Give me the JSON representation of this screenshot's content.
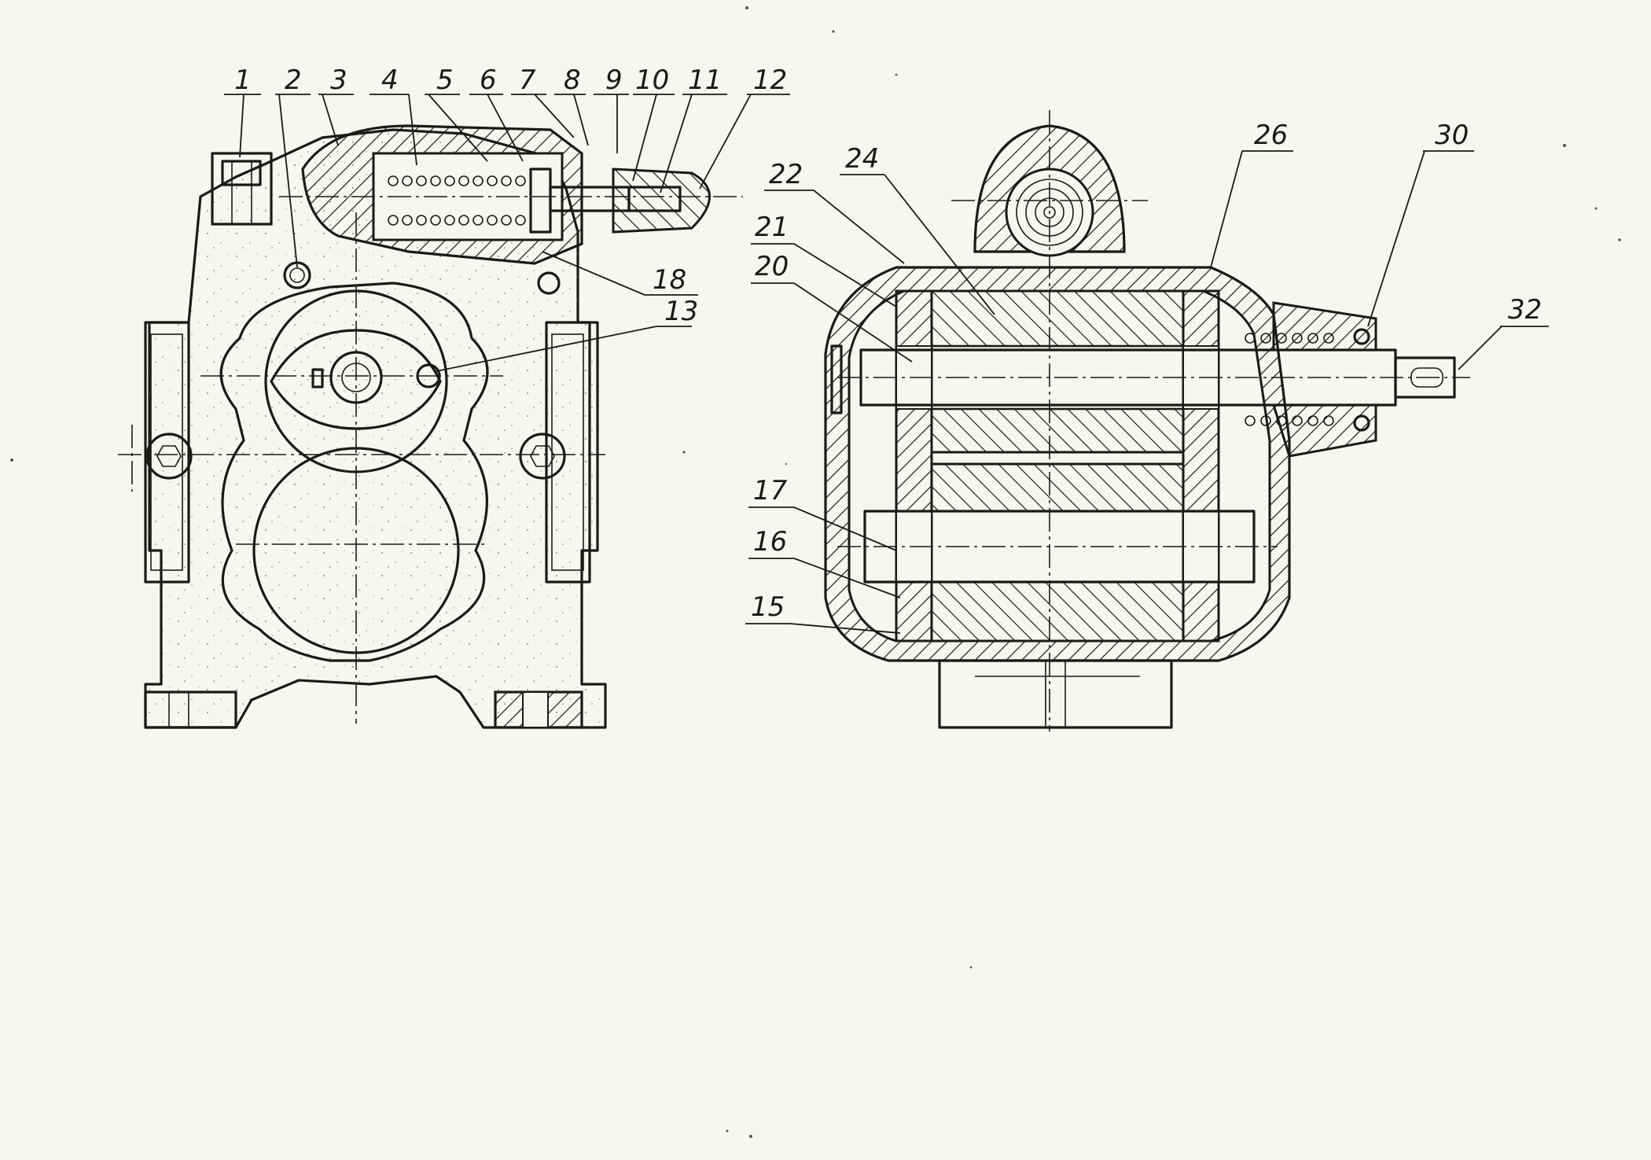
{
  "drawing": {
    "front_view": {
      "callouts": [
        "1",
        "2",
        "3",
        "4",
        "5",
        "6",
        "7",
        "8",
        "9",
        "10",
        "11",
        "12",
        "18",
        "13"
      ]
    },
    "section_view": {
      "callouts": [
        "22",
        "24",
        "26",
        "30",
        "21",
        "20",
        "32",
        "17",
        "16",
        "15"
      ]
    }
  },
  "colors": {
    "ink": "#1a1a1a",
    "paper": "#f7f6f1"
  }
}
